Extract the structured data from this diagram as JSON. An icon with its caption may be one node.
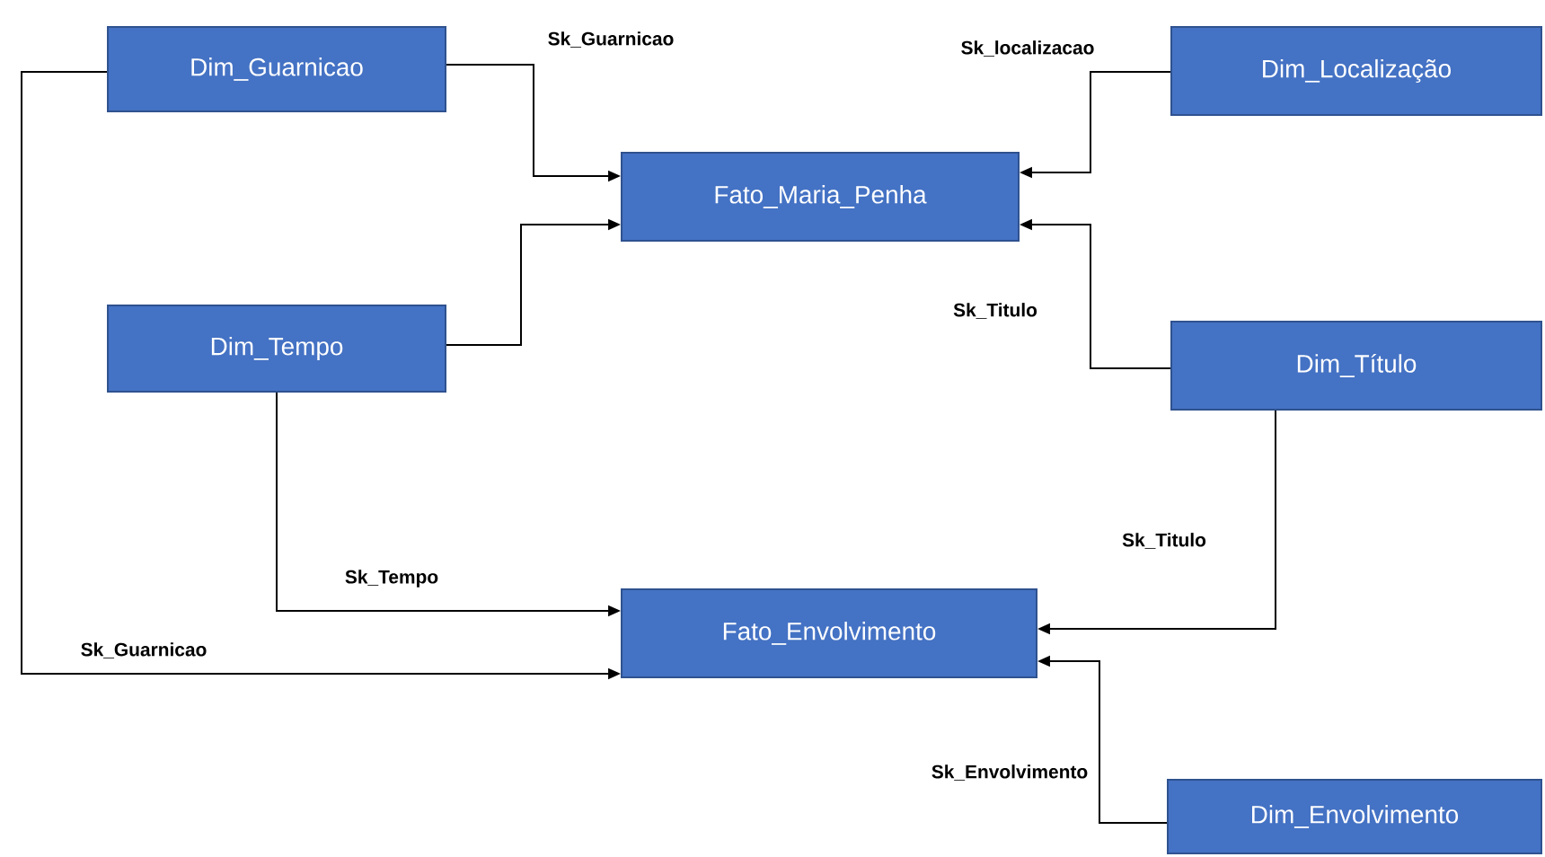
{
  "diagram": {
    "nodes": [
      {
        "text": [
          "Dim_Guarnicao"
        ]
      },
      {
        "text": [
          "Dim_Localização"
        ]
      },
      {
        "text": [
          "Fato_Maria_Penha"
        ]
      },
      {
        "text": [
          "Dim_Tempo"
        ]
      },
      {
        "text": [
          "Dim_Título"
        ]
      },
      {
        "text": [
          "Fato_Envolvimento"
        ]
      },
      {
        "text": [
          "Dim_Envolvimento"
        ]
      }
    ],
    "edges": [
      {
        "from": 0,
        "to": 2,
        "arrow": "to",
        "label": "Sk_Guarnicao"
      },
      {
        "from": 1,
        "to": 2,
        "arrow": "to",
        "label": "Sk_localizacao"
      },
      {
        "from": 3,
        "to": 2,
        "arrow": "to"
      },
      {
        "from": 4,
        "to": 2,
        "arrow": "to",
        "label": "Sk_Titulo"
      },
      {
        "from": 3,
        "to": 5,
        "arrow": "to",
        "label": "Sk_Tempo"
      },
      {
        "from": 0,
        "to": 5,
        "arrow": "to",
        "label": "Sk_Guarnicao"
      },
      {
        "from": 4,
        "to": 5,
        "arrow": "to",
        "label": "Sk_Titulo"
      },
      {
        "from": 6,
        "to": 5,
        "arrow": "to",
        "label": "Sk_Envolvimento"
      }
    ]
  }
}
